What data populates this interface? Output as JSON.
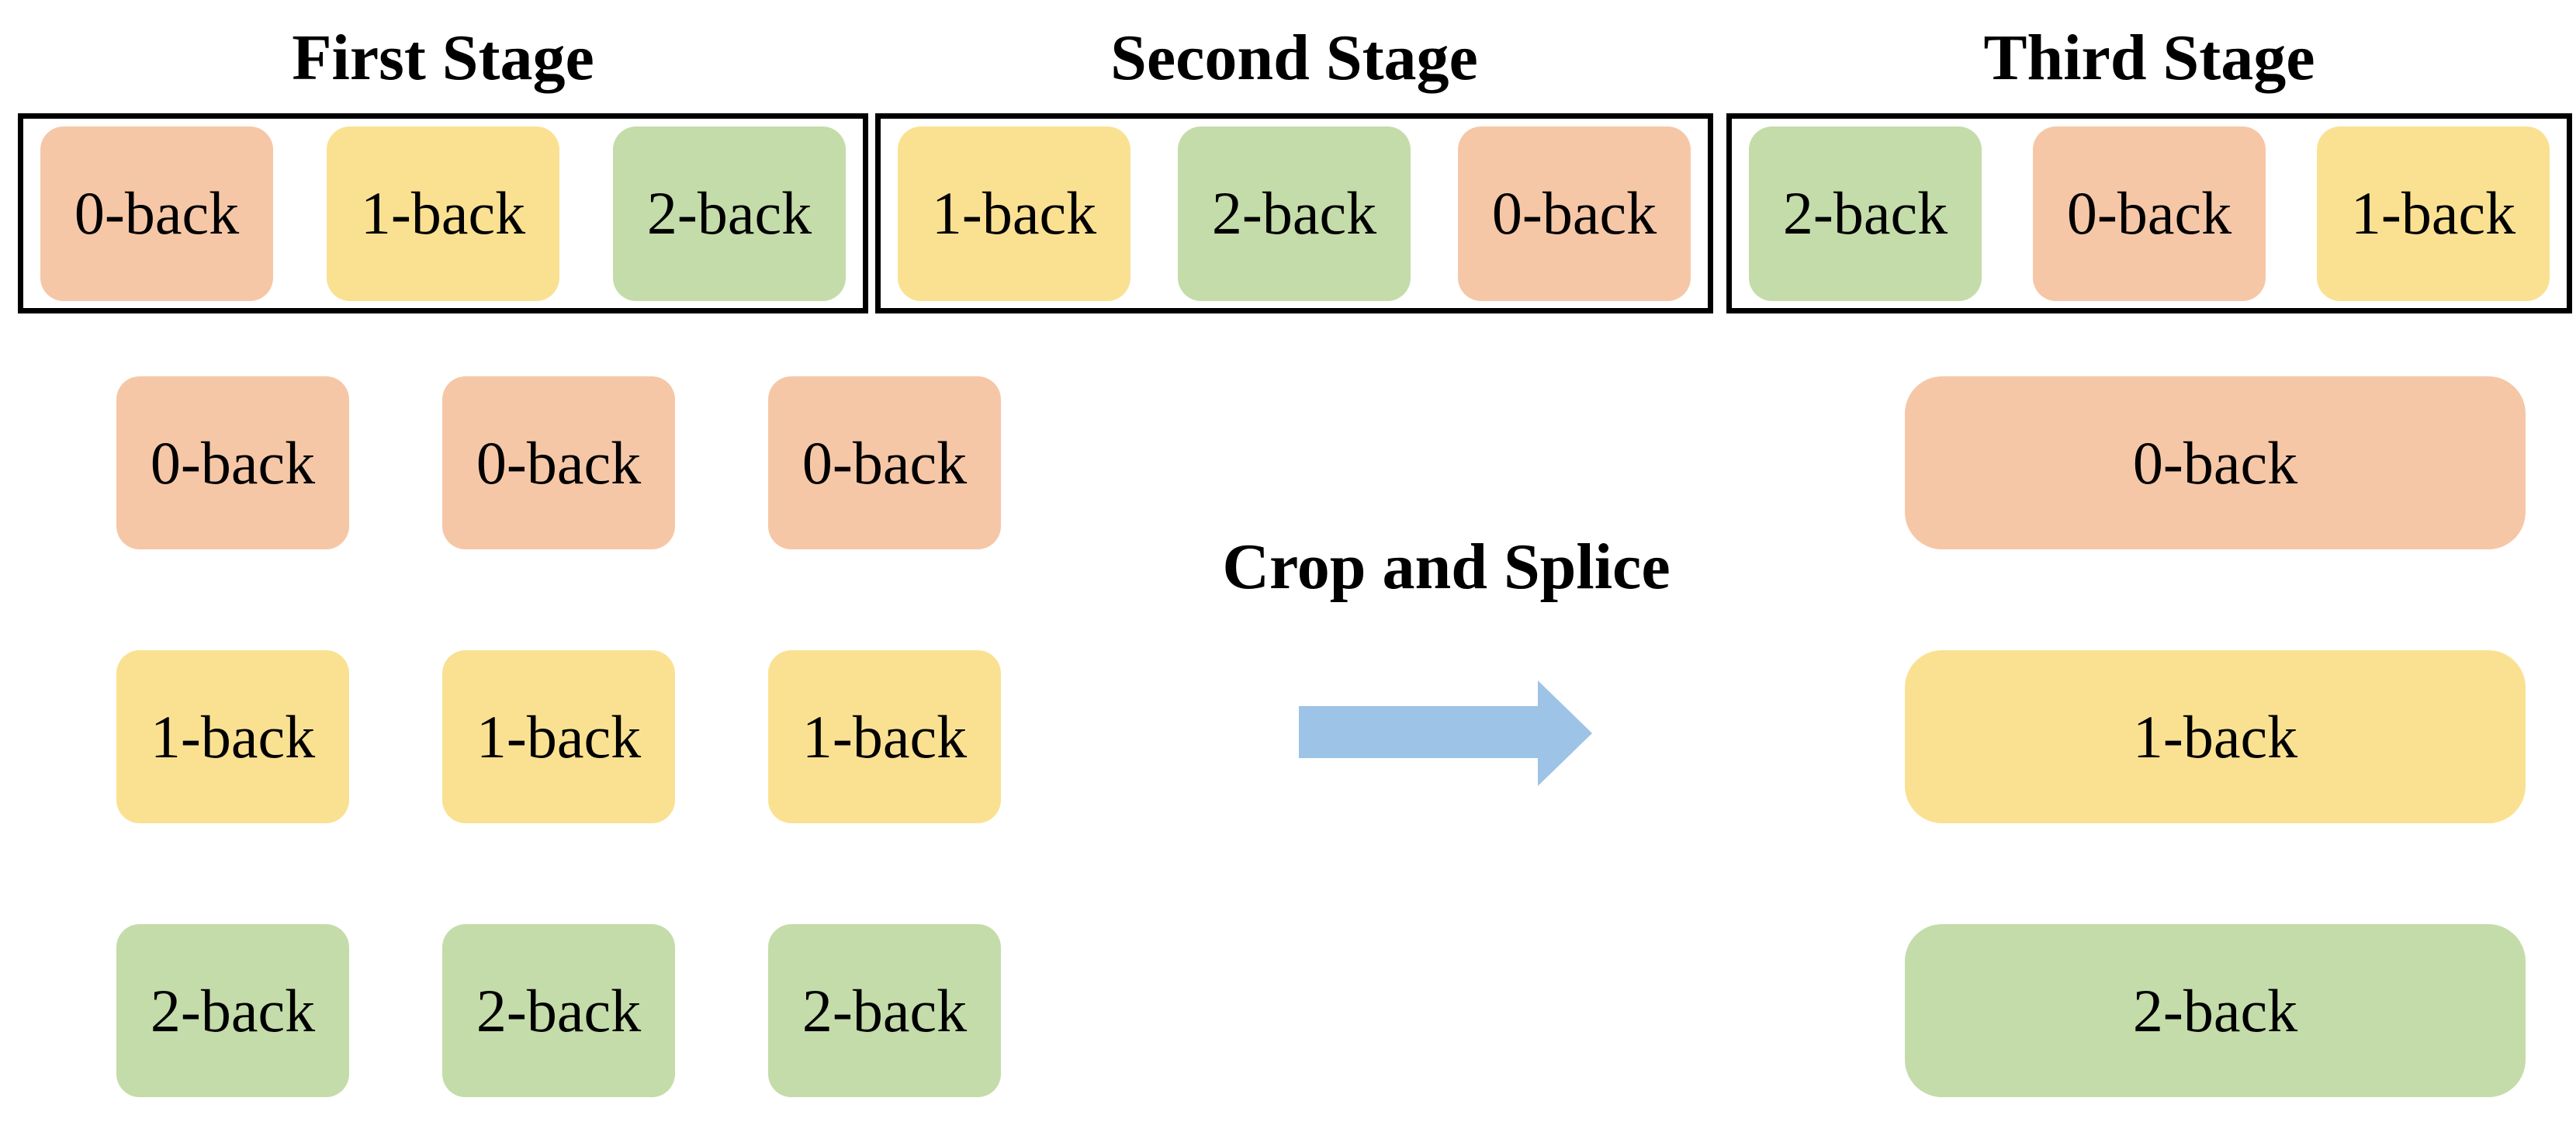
{
  "figure": {
    "background": "#FFFFFF",
    "description_texts": []
  },
  "colors": {
    "orange_block": "#F6C7A6",
    "yellow_block": "#FAE192",
    "green_block": "#C4DCA9",
    "arrow_blue": "#9DC3E6",
    "panel_border": "#000000",
    "label_text": "#000000",
    "background": "#FFFFFF"
  },
  "stages": [
    {
      "title": "First Stage",
      "blocks": [
        {
          "label": "0-back",
          "color": "orange"
        },
        {
          "label": "1-back",
          "color": "yellow"
        },
        {
          "label": "2-back",
          "color": "green"
        }
      ]
    },
    {
      "title": "Second Stage",
      "blocks": [
        {
          "label": "1-back",
          "color": "yellow"
        },
        {
          "label": "2-back",
          "color": "green"
        },
        {
          "label": "0-back",
          "color": "orange"
        }
      ]
    },
    {
      "title": "Third Stage",
      "blocks": [
        {
          "label": "2-back",
          "color": "green"
        },
        {
          "label": "0-back",
          "color": "orange"
        },
        {
          "label": "1-back",
          "color": "yellow"
        }
      ]
    }
  ],
  "crop_grid": {
    "rows": [
      {
        "label": "0-back",
        "color": "orange",
        "count": 3
      },
      {
        "label": "1-back",
        "color": "yellow",
        "count": 3
      },
      {
        "label": "2-back",
        "color": "green",
        "count": 3
      }
    ]
  },
  "operation": {
    "label": "Crop and Splice",
    "arrow_icon": "right-arrow",
    "arrow_direction": "right"
  },
  "spliced": {
    "rows": [
      {
        "label": "0-back",
        "color": "orange"
      },
      {
        "label": "1-back",
        "color": "yellow"
      },
      {
        "label": "2-back",
        "color": "green"
      }
    ]
  }
}
